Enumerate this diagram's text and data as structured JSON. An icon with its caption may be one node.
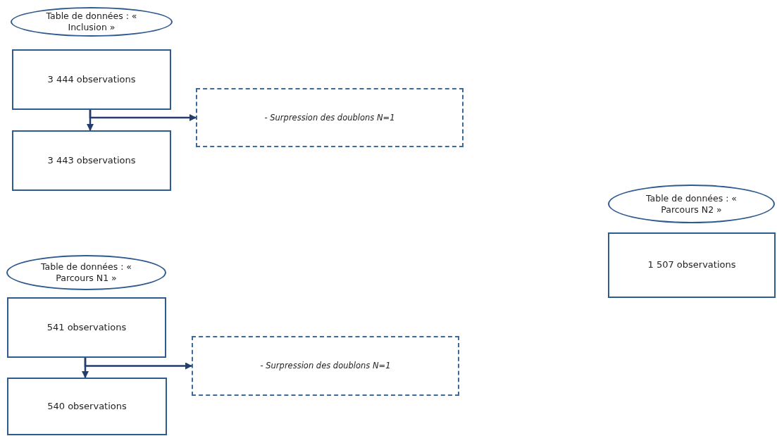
{
  "diagram": {
    "nodes": [
      {
        "text": [
          "Table de données : « Inclusion »"
        ]
      },
      {
        "text": [
          "3 444 observations"
        ]
      },
      {
        "text": [
          "- Surpression des doublons N=1"
        ]
      },
      {
        "text": [
          "3 443 observations"
        ]
      },
      {
        "text": [
          "Table de données : « Parcours N2 »"
        ]
      },
      {
        "text": [
          "1 507 observations"
        ]
      },
      {
        "text": [
          "Table de données : « Parcours N1 »"
        ]
      },
      {
        "text": [
          "541 observations"
        ]
      },
      {
        "text": [
          "- Surpression des doublons N=1"
        ]
      },
      {
        "text": [
          "540 observations"
        ]
      }
    ],
    "edges": [
      {
        "from": 1,
        "to": 3,
        "arrow": "to"
      },
      {
        "from": 1,
        "to": 2,
        "arrow": "to"
      },
      {
        "from": 7,
        "to": 9,
        "arrow": "to"
      },
      {
        "from": 7,
        "to": 8,
        "arrow": "to"
      }
    ]
  }
}
